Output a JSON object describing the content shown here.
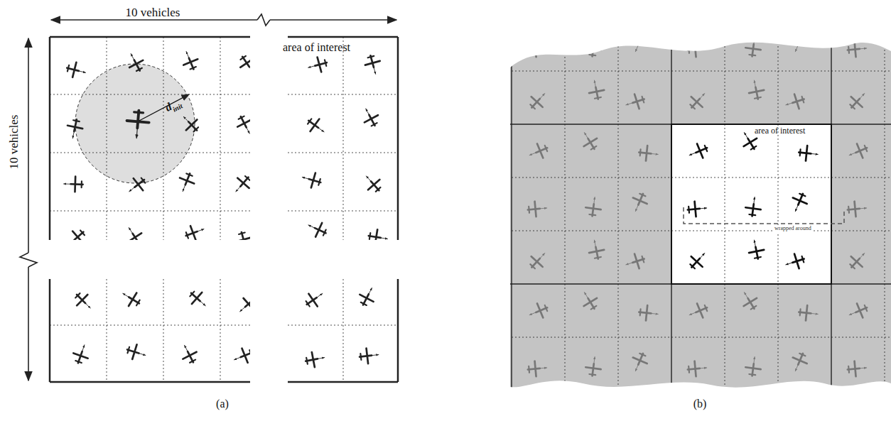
{
  "diagram": {
    "labels": [
      "10 vehicles",
      "10 vehicles",
      "area of interest",
      "d",
      "init",
      "(a)",
      "area of interest",
      "wrapped around",
      "(b)"
    ]
  }
}
